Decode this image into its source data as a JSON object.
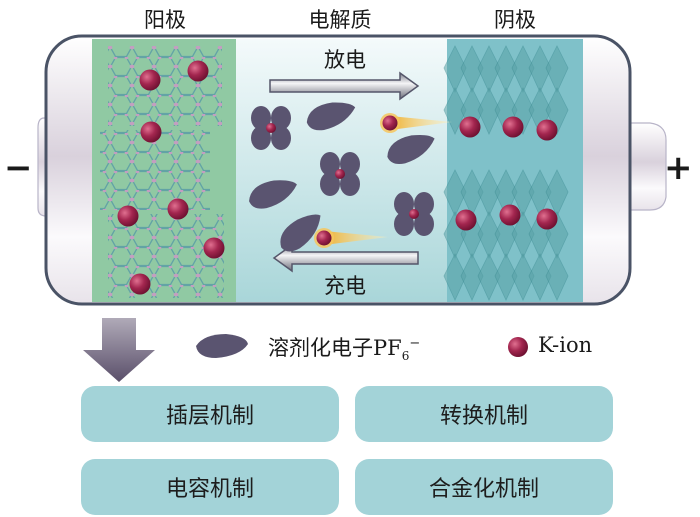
{
  "title_labels": {
    "anode": "阳极",
    "electrolyte": "电解质",
    "cathode": "阴极"
  },
  "process_labels": {
    "discharge": "放电",
    "charge": "充电"
  },
  "terminals": {
    "negative": "−",
    "positive": "+"
  },
  "legend": {
    "solvated_label": "溶剂化电子PF",
    "solvated_sub": "6",
    "solvated_sup": "−",
    "kion_label": "K-ion"
  },
  "mechanisms": [
    {
      "label": "插层机制"
    },
    {
      "label": "转换机制"
    },
    {
      "label": "电容机制"
    },
    {
      "label": "合金化机制"
    }
  ],
  "colors": {
    "anode_bg": "#90c9a3",
    "cathode_bg": "#7fc1c9",
    "electrolyte_bg": "#d6eceb",
    "k_ion": "#a3264f",
    "anion": "#5a5470",
    "mechanism_box": "#a3d3d8",
    "battery_outline": "#4a5366"
  }
}
